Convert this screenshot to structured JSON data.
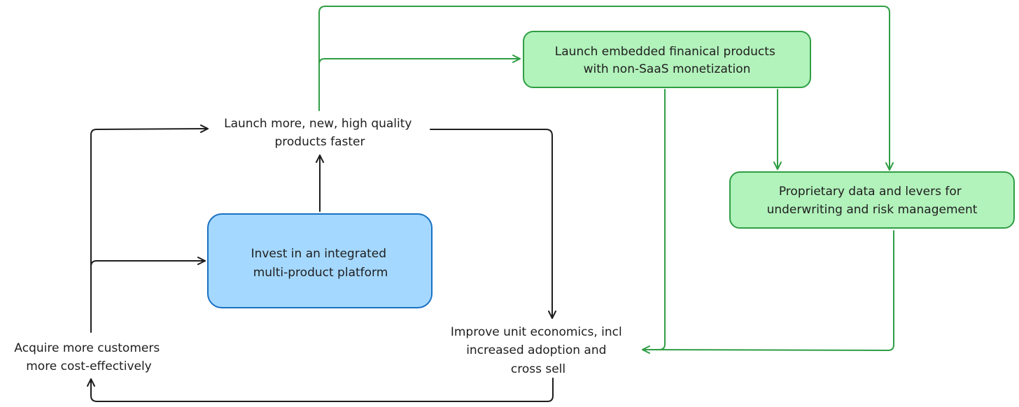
{
  "colors": {
    "black_stroke": "#1e1e1e",
    "green_stroke": "#2f9e44",
    "green_fill": "#b2f2bb",
    "blue_fill": "#a5d8ff",
    "blue_stroke": "#1971c2"
  },
  "nodes": {
    "invest_platform": [
      "Invest in an integrated",
      "multi-product platform"
    ],
    "launch_products": [
      "Launch more, new, high quality",
      "products faster"
    ],
    "improve_economics": [
      "Improve unit economics, incl",
      "increased adoption and",
      "cross sell"
    ],
    "acquire_customers": [
      "Acquire more customers",
      "more cost-effectively"
    ],
    "embedded_financial": [
      "Launch embedded finanical products",
      "with non-SaaS monetization"
    ],
    "proprietary_data": [
      "Proprietary data and levers for",
      "underwriting and risk management"
    ]
  }
}
